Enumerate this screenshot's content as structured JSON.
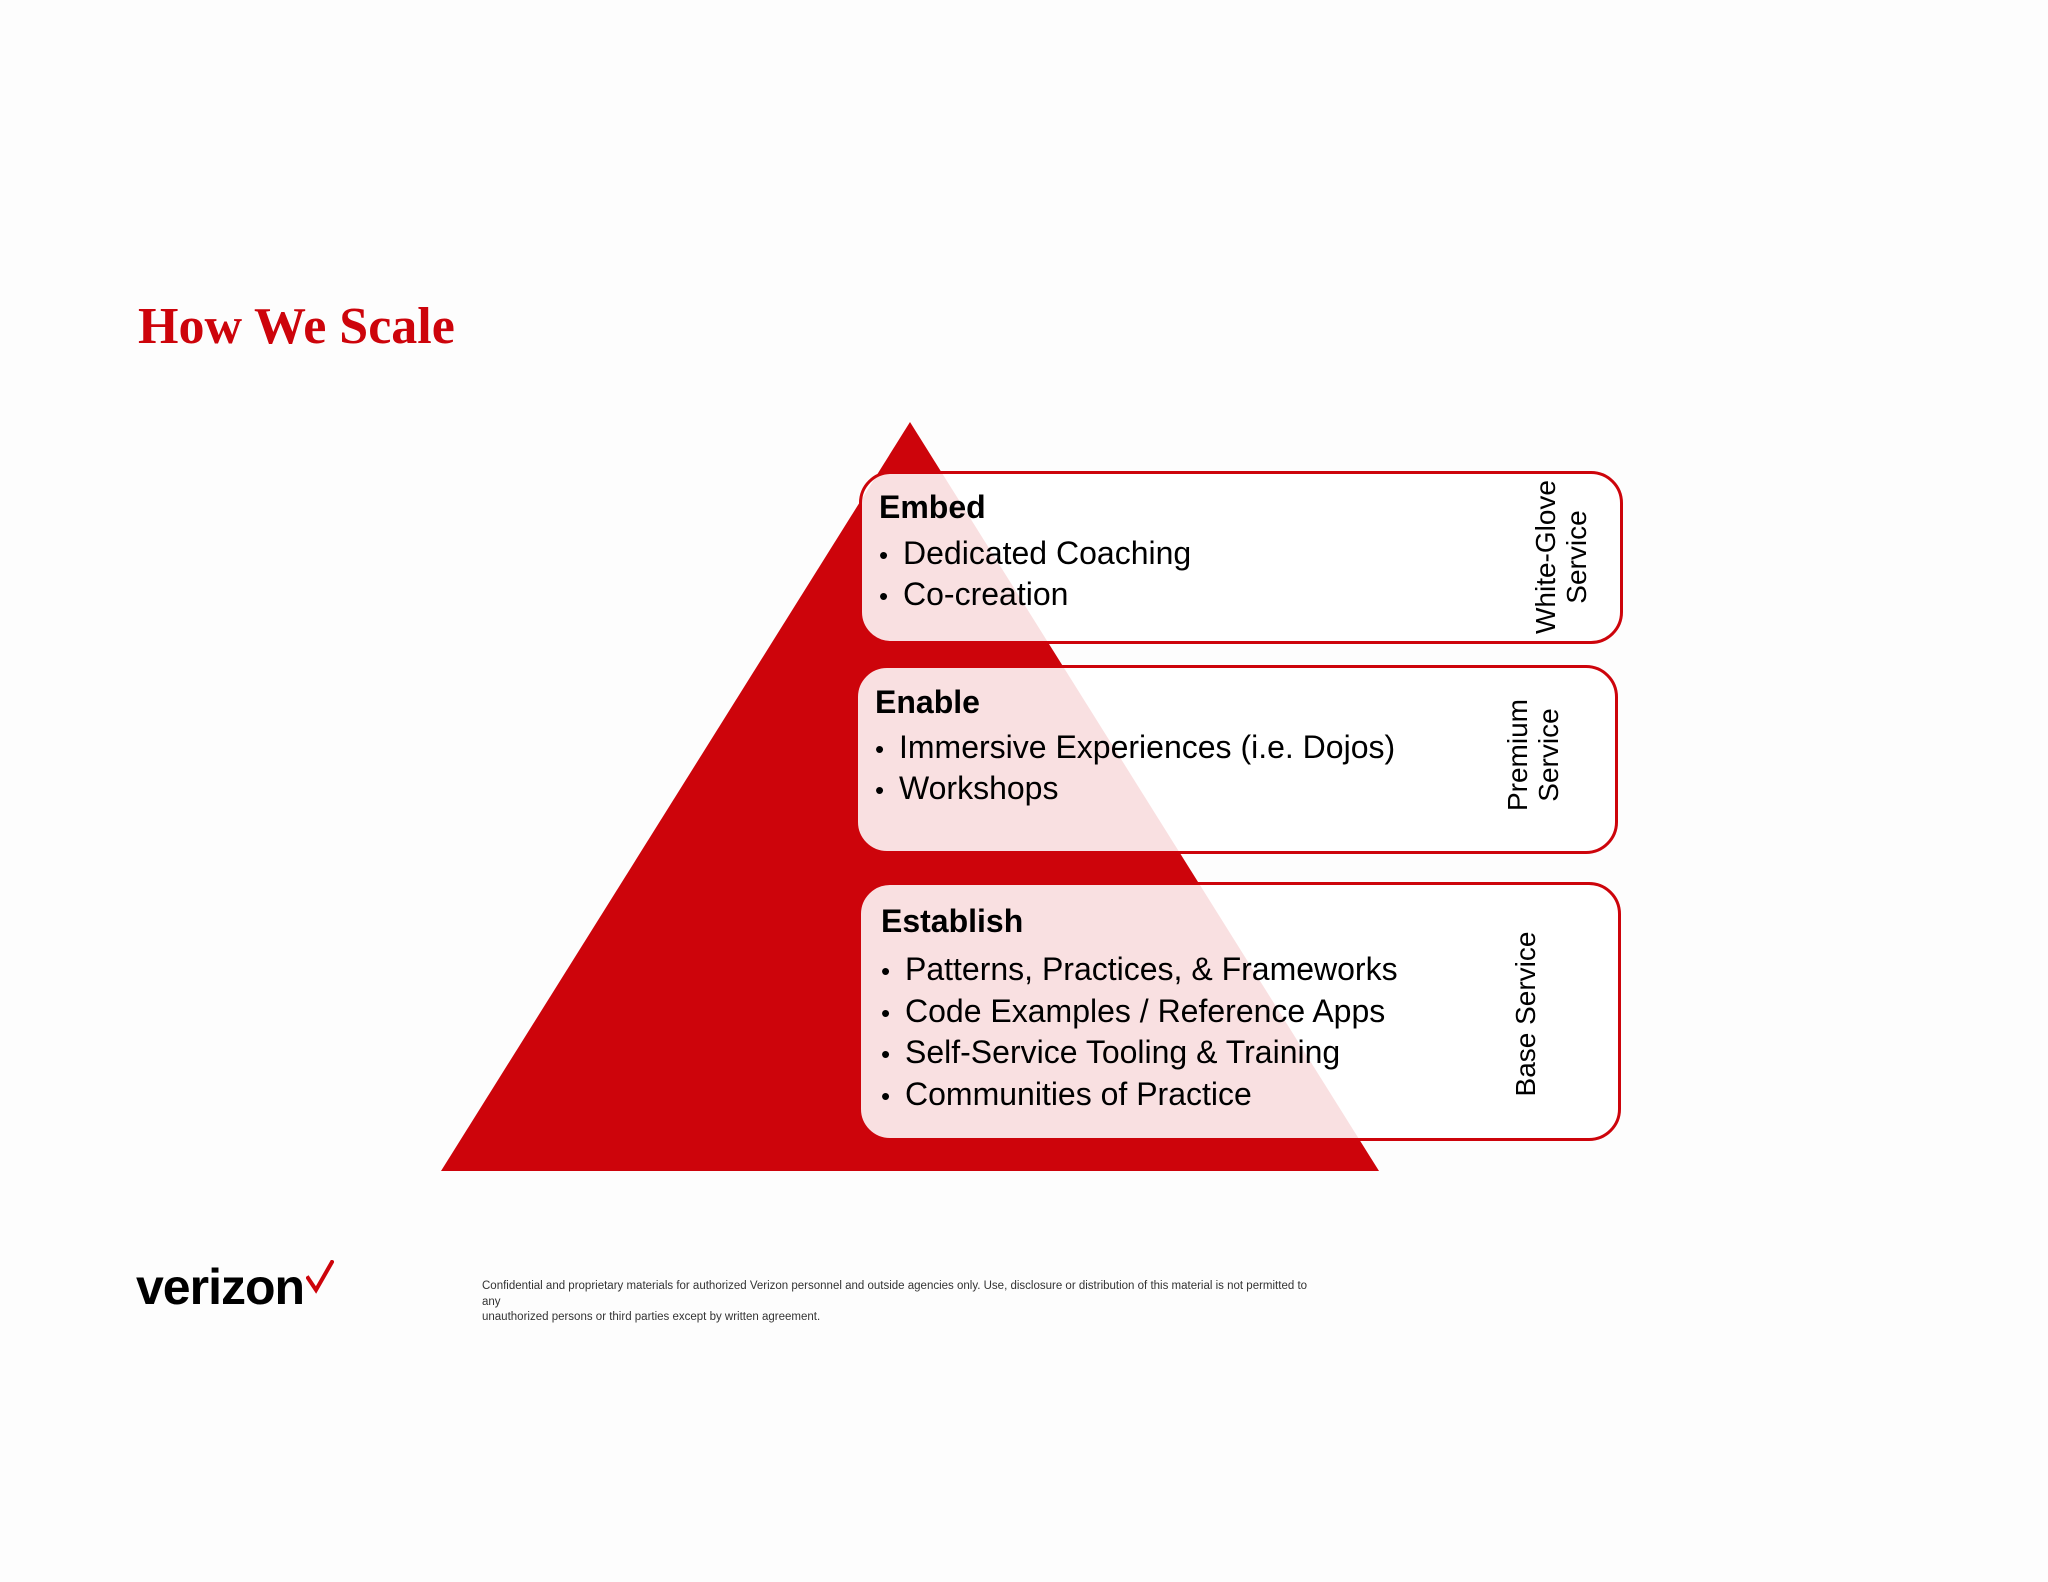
{
  "title": "How We Scale",
  "colors": {
    "accent": "#cd040b",
    "background": "#fdfdfd",
    "tier_fill": "#ffffff"
  },
  "tiers": [
    {
      "heading": "Embed",
      "items": [
        "Dedicated Coaching",
        "Co-creation"
      ],
      "side_label": [
        "White-Glove",
        "Service"
      ]
    },
    {
      "heading": "Enable",
      "items": [
        "Immersive Experiences (i.e. Dojos)",
        "Workshops"
      ],
      "side_label": [
        "Premium",
        "Service"
      ]
    },
    {
      "heading": "Establish",
      "items": [
        "Patterns, Practices, & Frameworks",
        "Code Examples / Reference Apps",
        "Self-Service Tooling & Training",
        "Communities of Practice"
      ],
      "side_label": [
        "Base Service"
      ]
    }
  ],
  "footer": {
    "logo_text": "verizon",
    "logo_icon": "checkmark-icon",
    "disclaimer_line1": "Confidential and proprietary materials for authorized Verizon personnel and outside agencies only. Use, disclosure or distribution of this material is not permitted to any",
    "disclaimer_line2": "unauthorized persons or third parties except by written agreement."
  }
}
